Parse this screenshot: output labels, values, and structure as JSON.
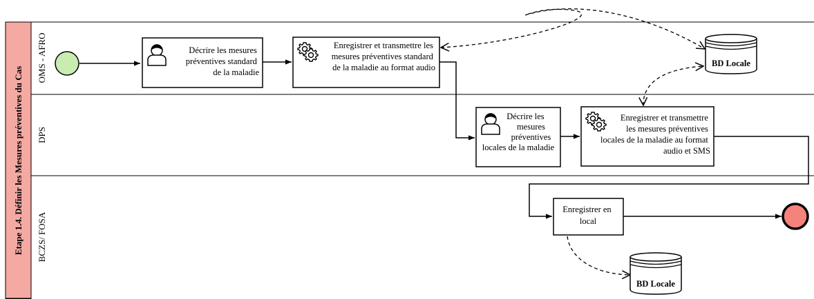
{
  "pool": {
    "label": "Etape 1.4. Définir les Mesures préventives du Cas",
    "color": "#f4a9a3"
  },
  "lanes": [
    {
      "id": "oms",
      "label": "OMS - AFRO"
    },
    {
      "id": "dps",
      "label": "DPS"
    },
    {
      "id": "bczs",
      "label": "BCZS/ FOSA"
    }
  ],
  "tasks": {
    "t1": {
      "type": "user",
      "lines": [
        "Décrire les mesures",
        "préventives standard",
        "de la maladie"
      ]
    },
    "t2": {
      "type": "service",
      "lines": [
        "Enregistrer  et transmettre les",
        "mesures préventives standard",
        "de la maladie au format audio"
      ]
    },
    "t3": {
      "type": "user",
      "lines": [
        "Décrire les",
        "mesures",
        "préventives",
        "locales de la maladie"
      ]
    },
    "t4": {
      "type": "service",
      "lines": [
        "Enregistrer et transmettre",
        "les mesures préventives",
        "locales de la maladie au format",
        "audio et SMS"
      ]
    },
    "t5": {
      "type": "none",
      "lines": [
        "Enregistrer en",
        "local"
      ]
    }
  },
  "datastores": {
    "db1": {
      "label": "BD Locale"
    },
    "db2": {
      "label": "BD Locale"
    }
  },
  "events": {
    "start": {
      "color": "#c9ecb0"
    },
    "end": {
      "color": "#f4837b"
    }
  }
}
